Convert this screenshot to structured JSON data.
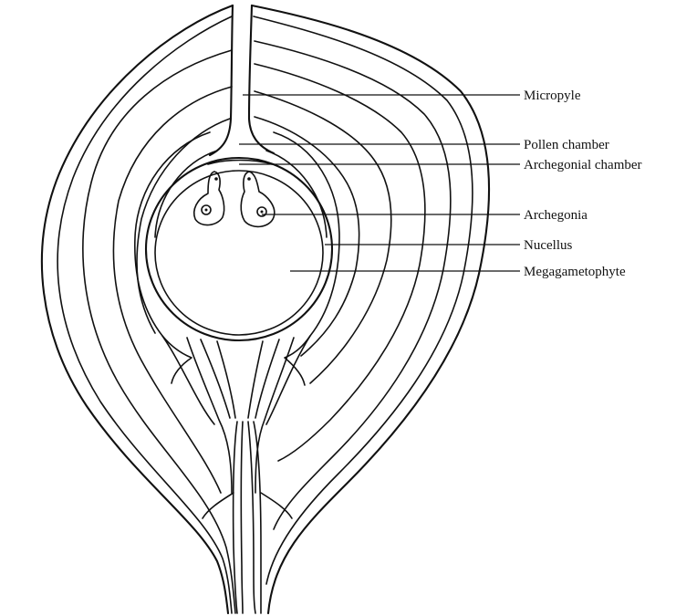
{
  "diagram": {
    "labels": {
      "micropyle": "Micropyle",
      "pollen_chamber": "Pollen chamber",
      "archegonial_chamber": "Archegonial chamber",
      "archegonia": "Archegonia",
      "nucellus": "Nucellus",
      "megagametophyte": "Megagametophyte"
    }
  }
}
